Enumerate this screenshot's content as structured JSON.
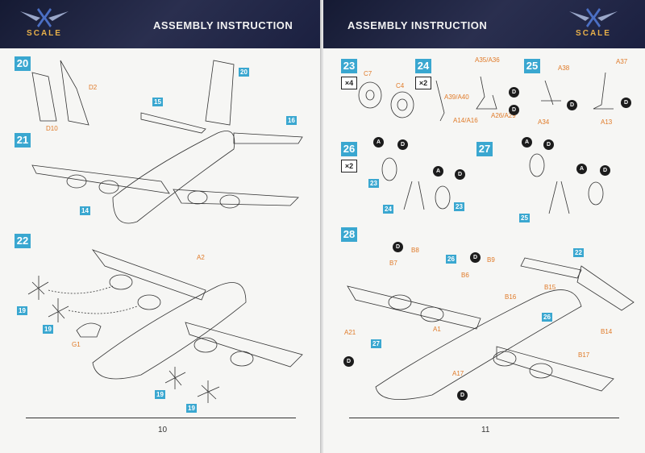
{
  "brand": {
    "logo_text": "SCALE"
  },
  "left": {
    "header_title": "ASSEMBLY INSTRUCTION",
    "page_number": "10",
    "steps": [
      "20",
      "21",
      "22"
    ],
    "parts": {
      "d2": "D2",
      "d10": "D10",
      "a2": "A2",
      "g1": "G1"
    },
    "blue_parts": {
      "p20": "20",
      "p15": "15",
      "p16": "16",
      "p14": "14",
      "p19a": "19",
      "p19b": "19",
      "p19c": "19",
      "p19d": "19"
    }
  },
  "right": {
    "header_title": "ASSEMBLY INSTRUCTION",
    "page_number": "11",
    "steps": [
      "23",
      "24",
      "25",
      "26",
      "27",
      "28"
    ],
    "multipliers": {
      "m23": "×4",
      "m24": "×2",
      "m26": "×2"
    },
    "parts": {
      "c7": "C7",
      "c4": "C4",
      "a35": "A35/A36",
      "a39": "A39/A40",
      "a14": "A14/A16",
      "a26": "A26/A29",
      "a38": "A38",
      "a37": "A37",
      "a34": "A34",
      "a13": "A13",
      "b8": "B8",
      "b7": "B7",
      "b9": "B9",
      "b6": "B6",
      "b15": "B15",
      "b16": "B16",
      "a1": "A1",
      "b14": "B14",
      "a21": "A21",
      "b17": "B17",
      "a17": "A17"
    },
    "blue_parts": {
      "p23a": "23",
      "p23b": "23",
      "p24": "24",
      "p25": "25",
      "p26a": "26",
      "p26b": "26",
      "p27": "27",
      "p22": "22"
    },
    "markers": {
      "d": "D",
      "a": "A"
    }
  }
}
